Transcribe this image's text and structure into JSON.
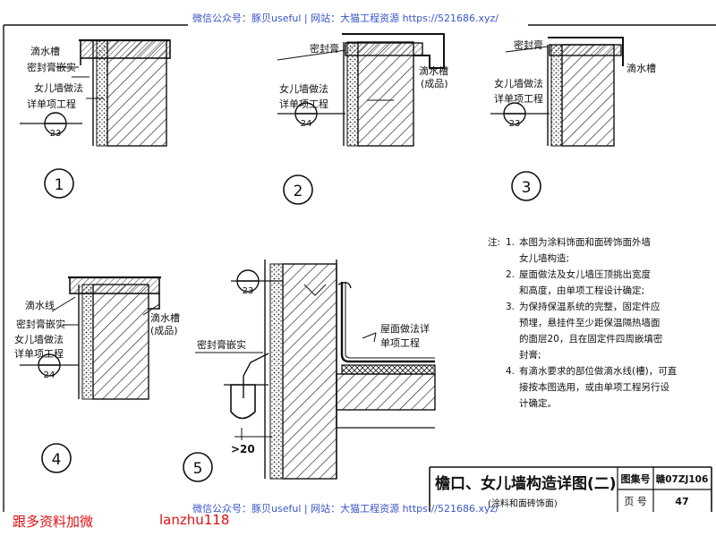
{
  "watermark": "微信公众号：豚贝useful | 网站：大猫工程资源 https://521686.xyz/",
  "footer": {
    "left": "跟多资料加微",
    "right": "lanzhu118"
  },
  "details": {
    "d1": {
      "number": "1",
      "labels": [
        "滴水槽",
        "密封膏嵌实",
        "女儿墙做法",
        "详单项工程"
      ],
      "ref": "23"
    },
    "d2": {
      "number": "2",
      "labels": [
        "密封膏",
        "滴水槽",
        "(成品)",
        "女儿墙做法",
        "详单项工程"
      ],
      "ref": "24"
    },
    "d3": {
      "number": "3",
      "labels": [
        "密封膏",
        "滴水槽",
        "女儿墙做法",
        "详单项工程"
      ],
      "ref": "23"
    },
    "d4": {
      "number": "4",
      "labels": [
        "滴水线",
        "密封膏嵌实",
        "女儿墙做法",
        "详单项工程",
        "滴水槽",
        "(成品)"
      ],
      "ref": "24"
    },
    "d5": {
      "number": "5",
      "labels": [
        "密封膏嵌实",
        "屋面做法详",
        "单项工程"
      ],
      "ref": "23",
      "dim": ">20"
    }
  },
  "notes": {
    "prefix": "注:",
    "items": [
      {
        "n": "1.",
        "lines": [
          "本图为涂料饰面和面砖饰面外墙",
          "女儿墙构造;"
        ]
      },
      {
        "n": "2.",
        "lines": [
          "屋面做法及女儿墙压顶挑出宽度",
          "和高度，由单项工程设计确定;"
        ]
      },
      {
        "n": "3.",
        "lines": [
          "为保持保温系统的完整，固定件应",
          "预埋，悬挂件至少距保温隔热墙面",
          "的面层20，且在固定件四周嵌填密",
          "封膏;"
        ]
      },
      {
        "n": "4.",
        "lines": [
          "有滴水要求的部位做滴水线(槽)，可直",
          "接按本图选用，或由单项工程另行设",
          "计确定。"
        ]
      }
    ]
  },
  "title_block": {
    "title": "檐口、女儿墙构造详图(二)",
    "subtitle": "(涂料和面砖饰面)",
    "set_label": "图集号",
    "set_value": "赣07ZJ106",
    "page_label": "页 号",
    "page_value": "47"
  }
}
